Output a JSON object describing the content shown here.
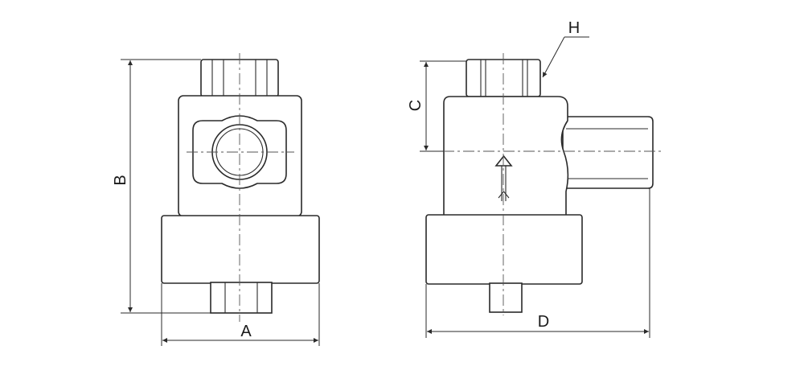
{
  "dimensions": {
    "a": "A",
    "b": "B",
    "c": "C",
    "d": "D",
    "h": "H"
  },
  "colors": {
    "line": "#2a2a2a",
    "background": "#ffffff"
  }
}
